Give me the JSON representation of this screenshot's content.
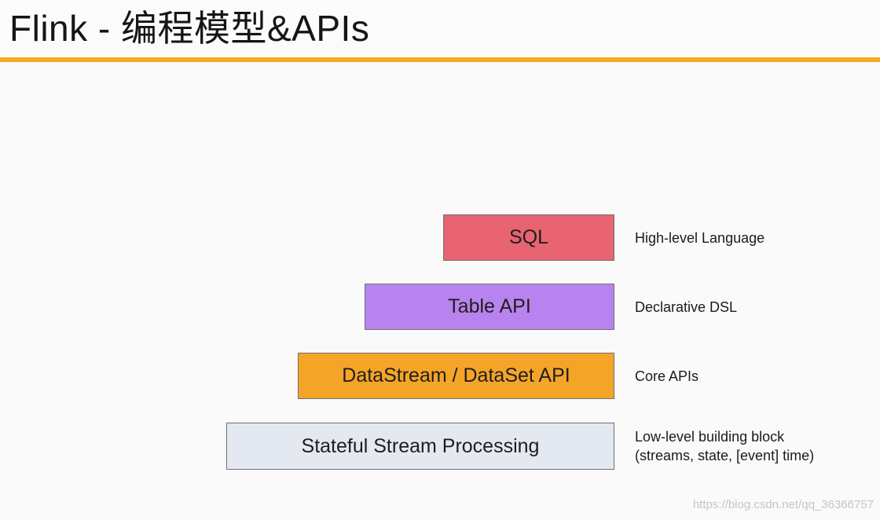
{
  "header": {
    "title": "Flink - 编程模型&APIs",
    "accent_color": "#f0ad22"
  },
  "diagram": {
    "layers": [
      {
        "label": "SQL",
        "description": [
          "High-level Language"
        ],
        "color": "#e86470"
      },
      {
        "label": "Table API",
        "description": [
          "Declarative DSL"
        ],
        "color": "#b883ee"
      },
      {
        "label": "DataStream / DataSet API",
        "description": [
          "Core APIs"
        ],
        "color": "#f4a528"
      },
      {
        "label": "Stateful Stream Processing",
        "description": [
          "Low-level building block",
          "(streams, state, [event] time)"
        ],
        "color": "#e4e8f0"
      }
    ]
  },
  "watermark": "https://blog.csdn.net/qq_36366757"
}
